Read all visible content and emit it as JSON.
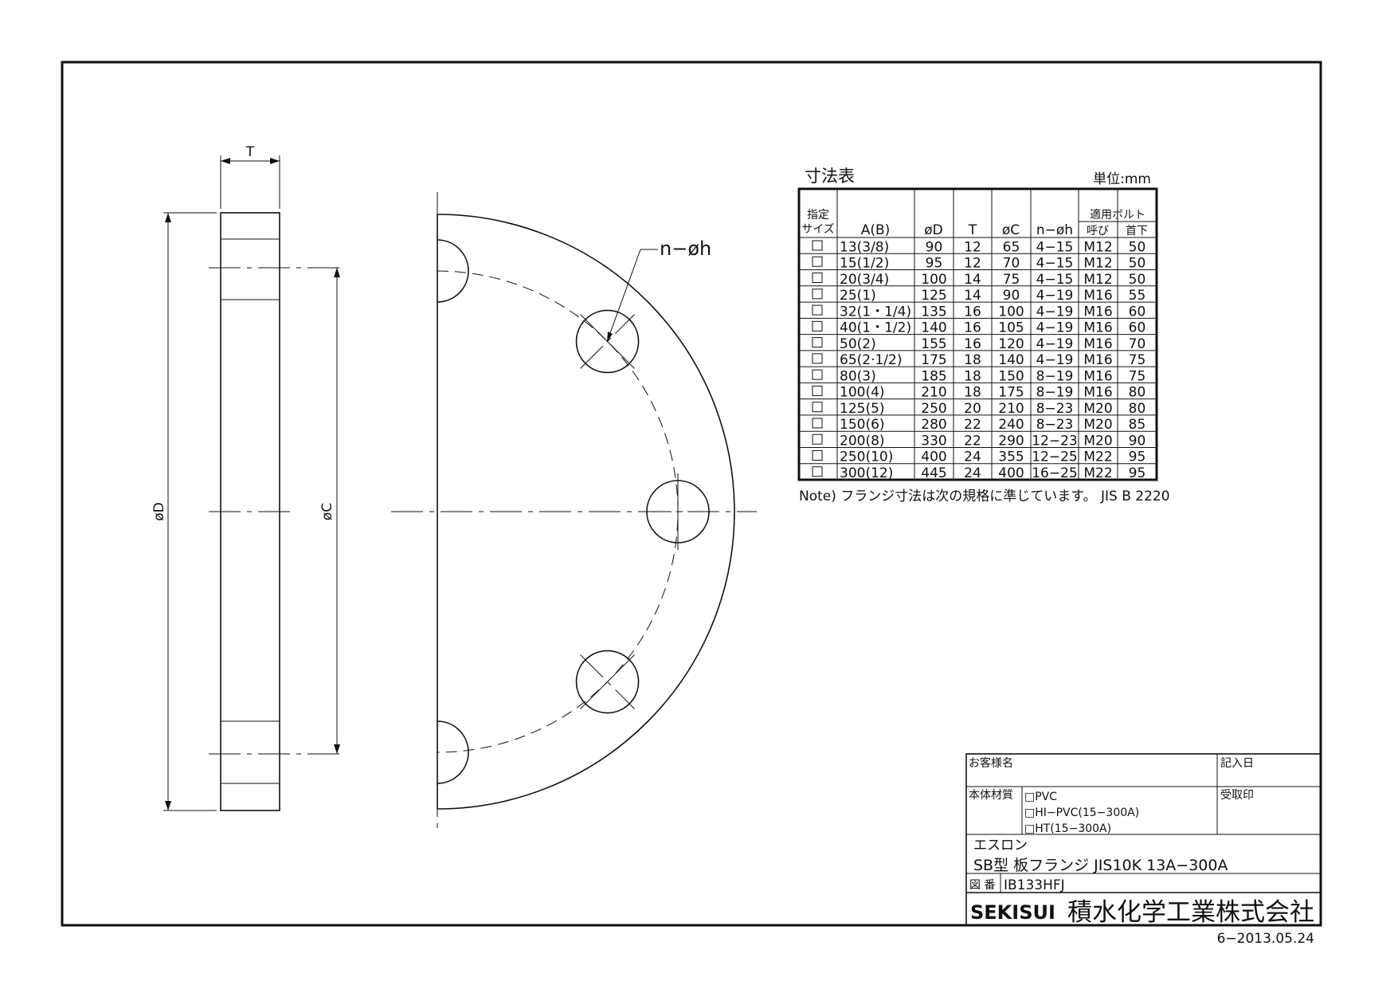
{
  "side_view": {
    "dim_T": "T",
    "dim_D": "øD",
    "dim_C": "øC"
  },
  "front_view": {
    "hole_label": "n−øh",
    "hole_count": 8
  },
  "table": {
    "title": "寸法表",
    "unit": "単位:mm",
    "headers": {
      "select": "指定",
      "select2": "サイズ",
      "size": "A(B)",
      "D": "øD",
      "T": "T",
      "C": "øC",
      "holes": "n−øh",
      "bolt": "適用ボルト",
      "bolt_nominal": "呼び",
      "bolt_length": "首下"
    },
    "checkbox": "□",
    "rows": [
      [
        "13(3/8)",
        "90",
        "12",
        "65",
        "4−15",
        "M12",
        "50"
      ],
      [
        "15(1/2)",
        "95",
        "12",
        "70",
        "4−15",
        "M12",
        "50"
      ],
      [
        "20(3/4)",
        "100",
        "14",
        "75",
        "4−15",
        "M12",
        "50"
      ],
      [
        "25(1)",
        "125",
        "14",
        "90",
        "4−19",
        "M16",
        "55"
      ],
      [
        "32(1・1/4)",
        "135",
        "16",
        "100",
        "4−19",
        "M16",
        "60"
      ],
      [
        "40(1・1/2)",
        "140",
        "16",
        "105",
        "4−19",
        "M16",
        "60"
      ],
      [
        "50(2)",
        "155",
        "16",
        "120",
        "4−19",
        "M16",
        "70"
      ],
      [
        "65(2·1/2)",
        "175",
        "18",
        "140",
        "4−19",
        "M16",
        "75"
      ],
      [
        "80(3)",
        "185",
        "18",
        "150",
        "8−19",
        "M16",
        "75"
      ],
      [
        "100(4)",
        "210",
        "18",
        "175",
        "8−19",
        "M16",
        "80"
      ],
      [
        "125(5)",
        "250",
        "20",
        "210",
        "8−23",
        "M20",
        "80"
      ],
      [
        "150(6)",
        "280",
        "22",
        "240",
        "8−23",
        "M20",
        "85"
      ],
      [
        "200(8)",
        "330",
        "22",
        "290",
        "12−23",
        "M20",
        "90"
      ],
      [
        "250(10)",
        "400",
        "24",
        "355",
        "12−25",
        "M22",
        "95"
      ],
      [
        "300(12)",
        "445",
        "24",
        "400",
        "16−25",
        "M22",
        "95"
      ]
    ],
    "note": "Note) フランジ寸法は次の規格に準じています。 JIS B 2220"
  },
  "title_block": {
    "customer_label": "お客様名",
    "date_label": "記入日",
    "material_label": "本体材質",
    "materials": [
      "□PVC",
      "□HI−PVC(15−300A)",
      "□HT(15−300A)"
    ],
    "receipt_label": "受取印",
    "brand": "エスロン",
    "product": "SB型  板フランジ JIS10K  13A−300A",
    "drawing_no_label": "図 番",
    "drawing_no": "IB133HFJ",
    "company_logo": "SEKISUI",
    "company_name": "積水化学工業株式会社",
    "revision": "6−2013.05.24"
  }
}
